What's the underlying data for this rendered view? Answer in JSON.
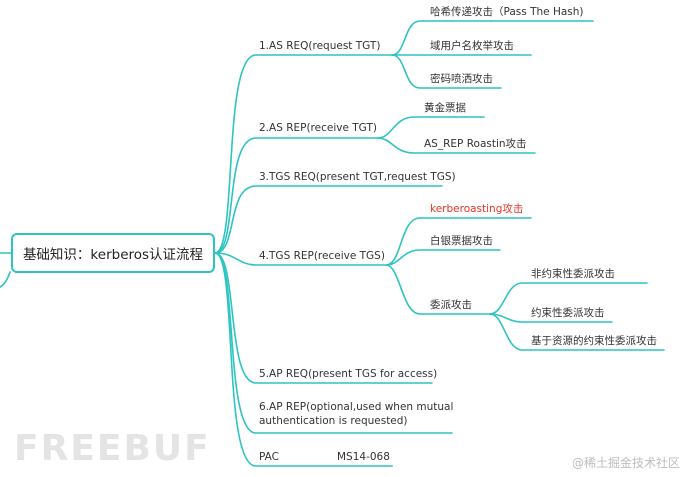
{
  "root": "基础知识：kerberos认证流程",
  "nodes": {
    "as_req": "1.AS REQ(request TGT)",
    "pass_the_hash": "哈希传递攻击（Pass The Hash)",
    "domain_user_enum": "域用户名枚举攻击",
    "password_spray": "密码喷洒攻击",
    "as_rep": "2.AS REP(receive TGT)",
    "golden_ticket": "黄金票据",
    "asrep_roasting": "AS_REP Roastin攻击",
    "tgs_req": "3.TGS REQ(present TGT,request TGS)",
    "tgs_rep": "4.TGS REP(receive TGS)",
    "kerberoasting": "kerberoasting攻击",
    "silver_ticket": "白银票据攻击",
    "delegation": "委派攻击",
    "unconstrained": "非约束性委派攻击",
    "constrained": "约束性委派攻击",
    "rbcd": "基于资源的约束性委派攻击",
    "ap_req": "5.AP REQ(present TGS for access)",
    "ap_rep": "6.AP REP(optional,used when mutual authentication is requested)",
    "pac": "PAC",
    "ms14_068": "MS14-068"
  },
  "watermark": {
    "left": "FREEBUF",
    "right": "@稀土掘金技术社区"
  },
  "colors": {
    "line": "#2ec4c0",
    "highlight_text": "#e8342a"
  }
}
